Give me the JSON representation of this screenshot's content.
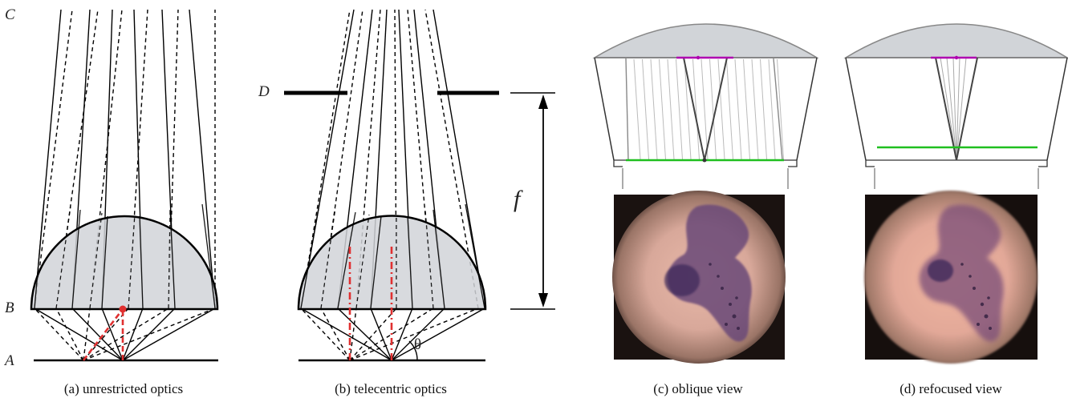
{
  "panels": {
    "a": {
      "caption": "(a) unrestricted optics"
    },
    "b": {
      "caption": "(b) telecentric optics"
    },
    "c": {
      "caption": "(c) oblique view"
    },
    "d": {
      "caption": "(d) refocused view"
    }
  },
  "labels": {
    "A": "A",
    "B": "B",
    "C": "C",
    "D": "D",
    "f": "f",
    "theta": "θ"
  },
  "colors": {
    "lens_fill": "#d1d4d8",
    "ray": "#000000",
    "marker": "#e03030",
    "focal_plane": "#1fbf1f",
    "aperture": "#b000b0"
  }
}
